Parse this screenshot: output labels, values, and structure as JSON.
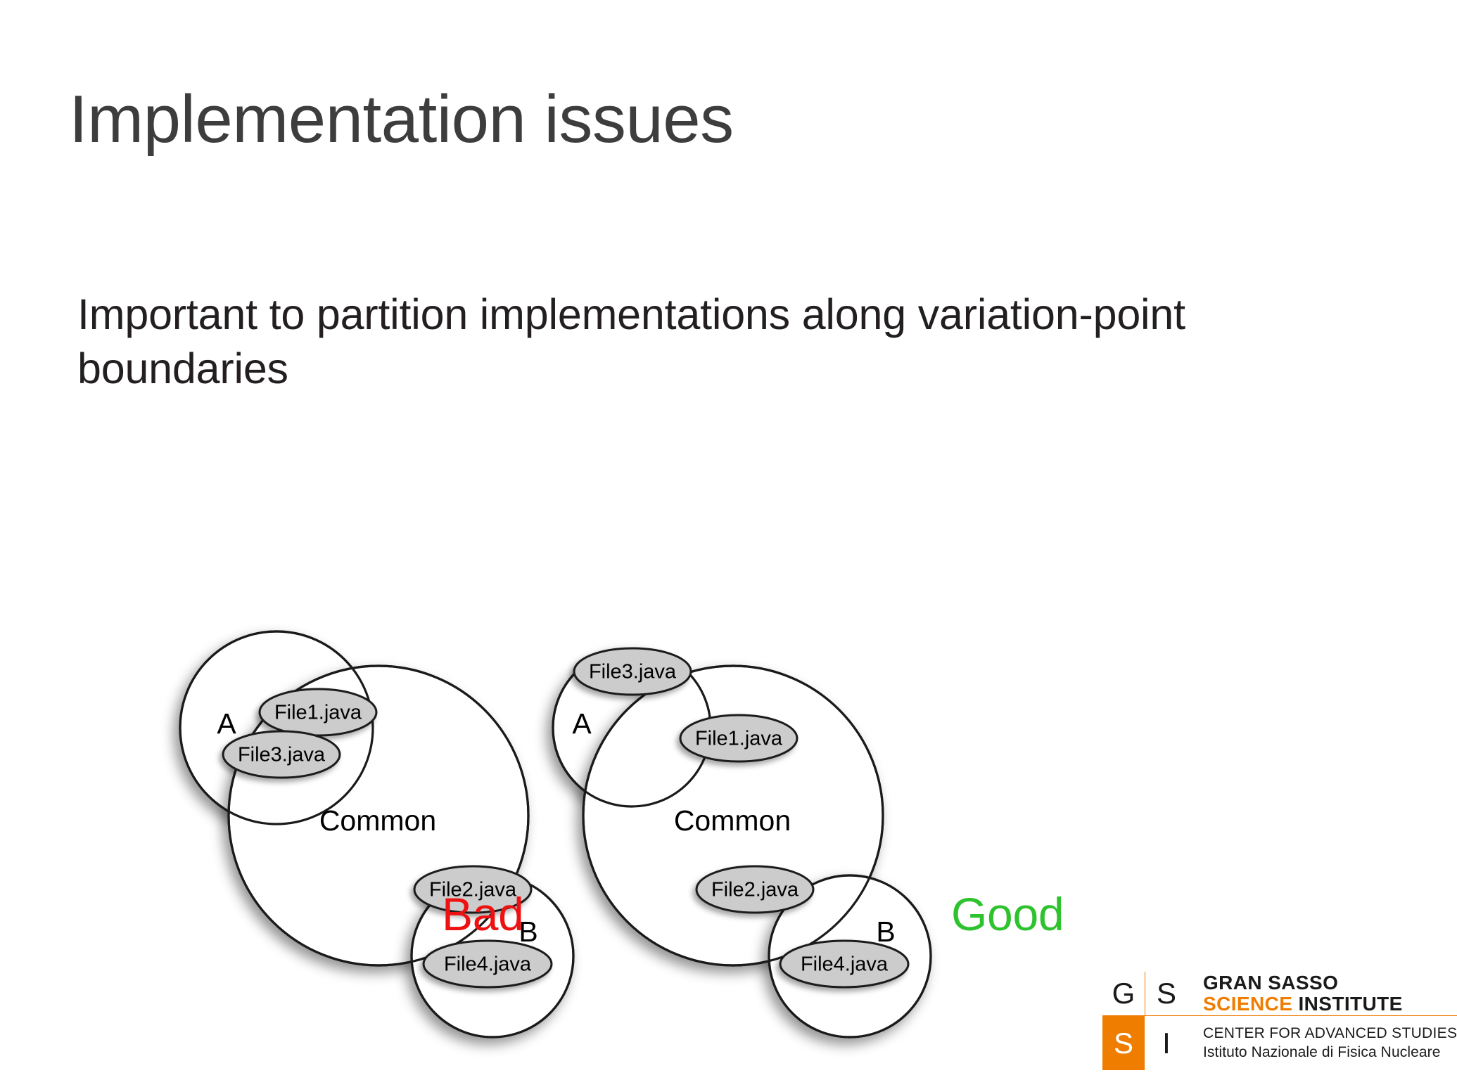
{
  "slide": {
    "title": "Implementation issues",
    "body": "Important to partition implementations along variation-point boundaries",
    "title_color": "#3d3d3d",
    "body_color": "#231f20",
    "background": "#ffffff"
  },
  "diagrams": {
    "bad": {
      "caption": "Bad",
      "caption_color": "#ee1111",
      "circles": [
        {
          "label": "A",
          "name": "circle-a"
        },
        {
          "label": "Common",
          "name": "circle-common"
        },
        {
          "label": "B",
          "name": "circle-b"
        }
      ],
      "files": [
        {
          "label": "File1.java",
          "placement": "straddles A and Common"
        },
        {
          "label": "File3.java",
          "placement": "straddles A and Common"
        },
        {
          "label": "File2.java",
          "placement": "straddles Common and B"
        },
        {
          "label": "File4.java",
          "placement": "inside B"
        }
      ]
    },
    "good": {
      "caption": "Good",
      "caption_color": "#2fc22f",
      "circles": [
        {
          "label": "A",
          "name": "circle-a"
        },
        {
          "label": "Common",
          "name": "circle-common"
        },
        {
          "label": "B",
          "name": "circle-b"
        }
      ],
      "files": [
        {
          "label": "File3.java",
          "placement": "inside A"
        },
        {
          "label": "File1.java",
          "placement": "inside Common"
        },
        {
          "label": "File2.java",
          "placement": "inside Common"
        },
        {
          "label": "File4.java",
          "placement": "inside B"
        }
      ]
    },
    "colors": {
      "circle_fill": "#ffffff",
      "circle_stroke": "#1a1a1a",
      "ellipse_fill": "#cccccc",
      "ellipse_stroke": "#1a1a1a",
      "label_color": "#000000"
    }
  },
  "logo": {
    "g": "G",
    "s_top": "S",
    "s_bottom": "S",
    "i": "I",
    "line1": "GRAN SASSO",
    "line2_orange": "SCIENCE",
    "line2_black": " INSTITUTE",
    "line3": "CENTER FOR ADVANCED STUDIES",
    "line4": "Istituto Nazionale di Fisica Nucleare",
    "accent_color": "#ef7d00"
  }
}
